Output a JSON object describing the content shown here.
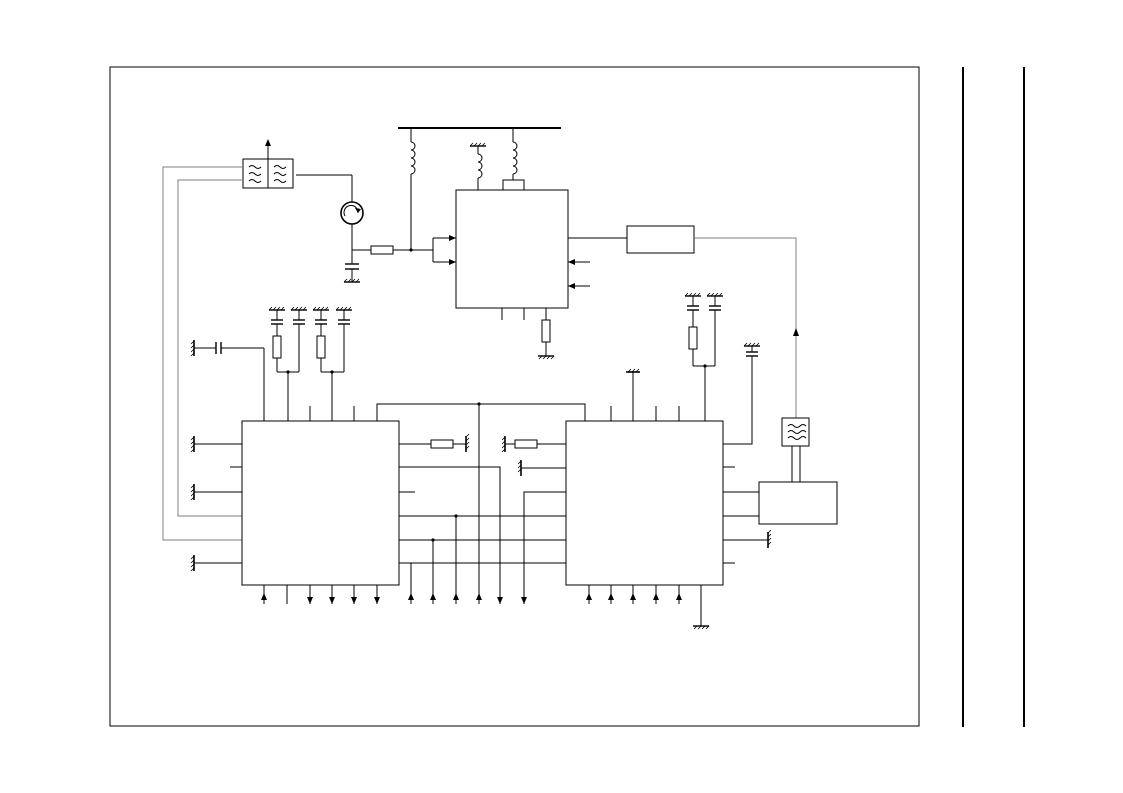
{
  "diagram": {
    "kind": "circuit-schematic",
    "labels": [],
    "colors": {
      "wire": "#000000",
      "secondary_wire": "#808080",
      "background": "#ffffff"
    },
    "symbols": [
      "resistor",
      "capacitor",
      "inductor",
      "ground",
      "filter",
      "oscillator",
      "ic-block",
      "arrow"
    ]
  }
}
